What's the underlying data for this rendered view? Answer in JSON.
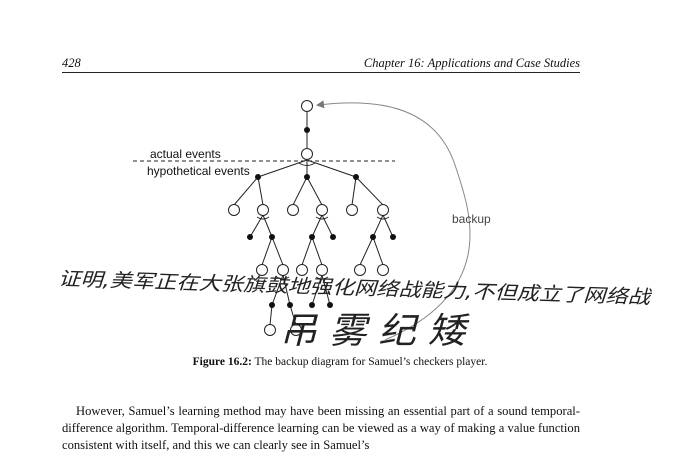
{
  "header": {
    "page_number": "428",
    "chapter": "Chapter 16: Applications and Case Studies"
  },
  "figure": {
    "labels": {
      "actual": "actual events",
      "hypothetical": "hypothetical events",
      "backup": "backup"
    },
    "caption_label": "Figure 16.2:",
    "caption_text": "The backup diagram for Samuel’s checkers player."
  },
  "handwriting": {
    "line1": "证明,美军正在大张旗鼓地强化网络战能力,不但成立了网络战",
    "line2": "吊 雾 纪 矮"
  },
  "body": {
    "paragraph": "However, Samuel’s learning method may have been missing an essential part of a sound temporal-difference algorithm. Temporal-difference learning can be viewed as a way of making a value function consistent with itself, and this we can clearly see in Samuel’s"
  }
}
